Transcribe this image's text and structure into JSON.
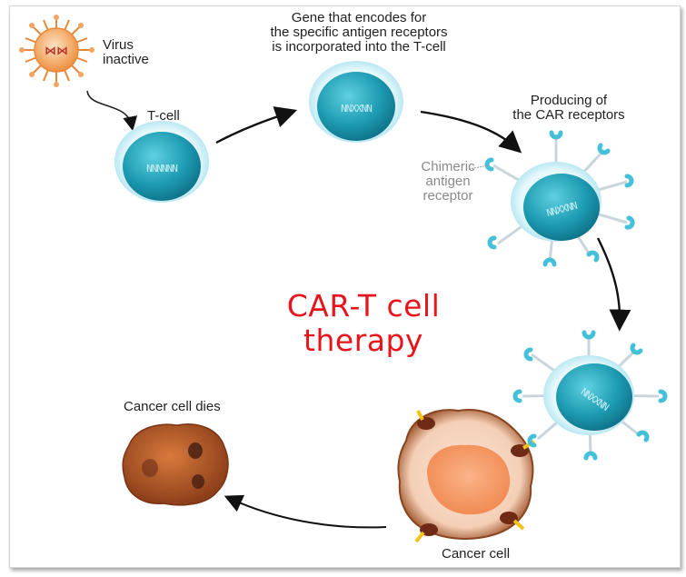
{
  "diagram": {
    "title_line1": "CAR-T cell",
    "title_line2": "therapy",
    "steps": [
      {
        "id": "virus",
        "label_line1": "Virus",
        "label_line2": "inactive"
      },
      {
        "id": "t-cell",
        "label": "T-cell"
      },
      {
        "id": "gene",
        "label_line1": "Gene that encodes for",
        "label_line2": "the specific antigen receptors",
        "label_line3": "is incorporated into the T-cell"
      },
      {
        "id": "car-production",
        "label_line1": "Producing of",
        "label_line2": "the CAR receptors"
      },
      {
        "id": "cancer-cell",
        "label": "Cancer cell"
      },
      {
        "id": "cancer-cell-dies",
        "label": "Cancer cell dies"
      }
    ],
    "annotation": {
      "line1": "Chimeric",
      "line2": "antigen",
      "line3": "receptor"
    },
    "colors": {
      "title": "#e8141c",
      "t_cell_nucleus": "#1e9fb5",
      "t_cell_membrane": "#bfeaf3",
      "receptor": "#4cc3dc",
      "virus": "#f09a50",
      "cancer_cell": "#a0522d",
      "antigen": "#f2c21b"
    }
  }
}
